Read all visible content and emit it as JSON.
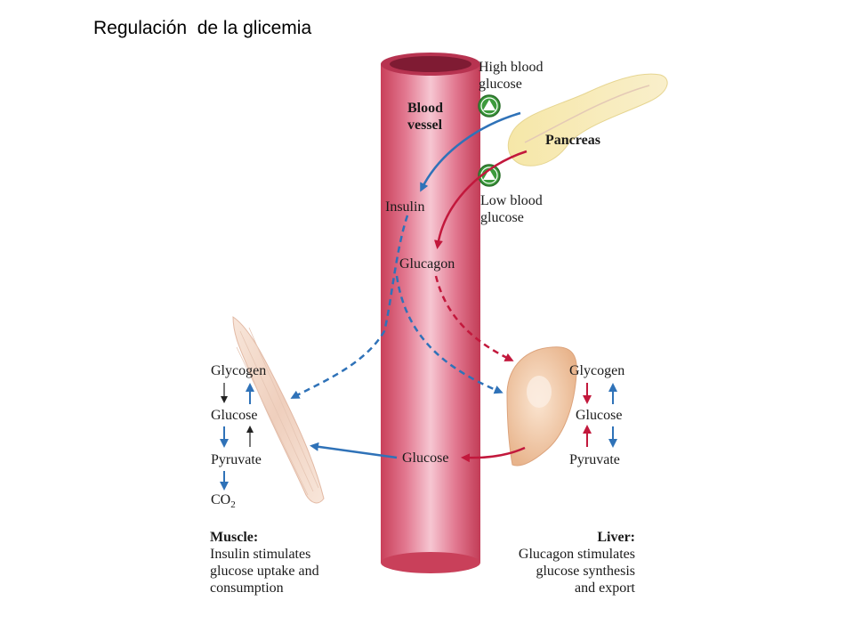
{
  "slide_title": "Regulación  de la glicemia",
  "colors": {
    "vessel": "#d9566e",
    "vessel_highlight": "#f8d3dc",
    "insulin_arrow": "#2f72b8",
    "glucagon_arrow": "#c2183c",
    "sensor": "#3c9a3c",
    "pancreas": "#f3e8b4",
    "liver": "#f2c9a3",
    "muscle": "#f3dccb"
  },
  "labels": {
    "blood_vessel_1": "Blood",
    "blood_vessel_2": "vessel",
    "high_glucose_1": "High blood",
    "high_glucose_2": "glucose",
    "pancreas": "Pancreas",
    "low_glucose_1": "Low blood",
    "low_glucose_2": "glucose",
    "insulin": "Insulin",
    "glucagon": "Glucagon",
    "vessel_glucose": "Glucose"
  },
  "muscle": {
    "glycogen": "Glycogen",
    "glucose": "Glucose",
    "pyruvate": "Pyruvate",
    "co2": "CO",
    "co2_sub": "2",
    "caption_title": "Muscle:",
    "caption_1": "Insulin stimulates",
    "caption_2": "glucose uptake and",
    "caption_3": "consumption"
  },
  "liver": {
    "glycogen": "Glycogen",
    "glucose": "Glucose",
    "pyruvate": "Pyruvate",
    "caption_title": "Liver:",
    "caption_1": "Glucagon stimulates",
    "caption_2": "glucose synthesis",
    "caption_3": "and export"
  },
  "icons": [
    "up-triangle-sensor-icon",
    "up-triangle-sensor-icon"
  ]
}
